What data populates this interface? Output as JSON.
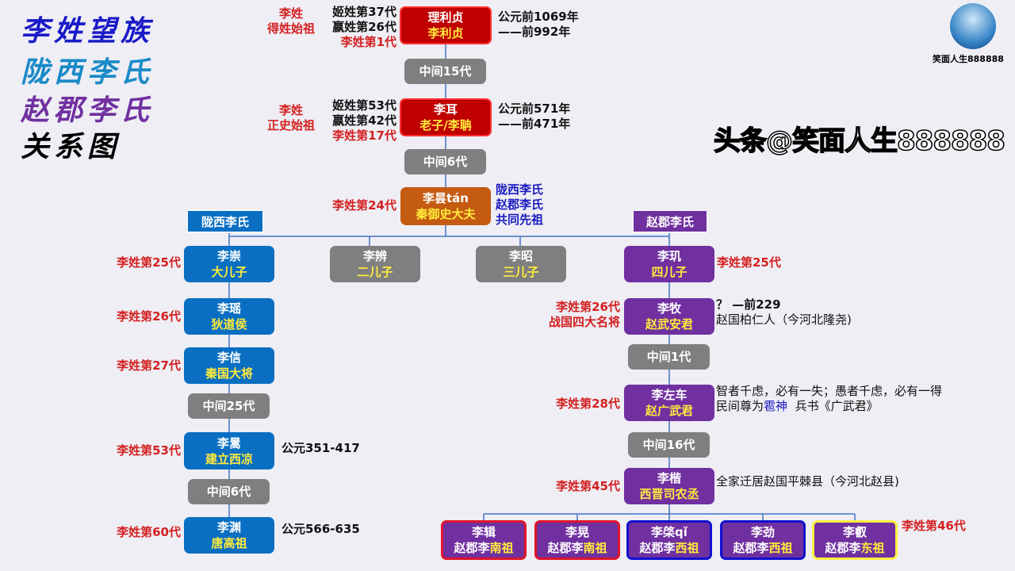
{
  "title": {
    "line1": "李姓望族",
    "line2": "陇西李氏",
    "line3": "赵郡李氏",
    "line4": "关系图"
  },
  "avatar": {
    "caption": "笑面人生888888"
  },
  "watermark": "头条@笑面人生888888",
  "colors": {
    "red": "#c00000",
    "orange": "#c55a11",
    "blue": "#0a6fc2",
    "purple": "#7030a0",
    "gray": "#7f7f7f"
  },
  "top": {
    "n1": {
      "name": "理利贞",
      "sub": "李利贞",
      "left1": "李姓",
      "left2": "得姓始祖",
      "gen1": "姬姓第37代",
      "gen2": "嬴姓第26代",
      "gen3": "李姓第1代",
      "date1": "公元前1069年",
      "date2": "——前992年"
    },
    "g1": "中间15代",
    "n2": {
      "name": "李耳",
      "sub": "老子/李聃",
      "left1": "李姓",
      "left2": "正史始祖",
      "gen1": "姬姓第53代",
      "gen2": "嬴姓第42代",
      "gen3": "李姓第17代",
      "date1": "公元前571年",
      "date2": "——前471年"
    },
    "g2": "中间6代",
    "n3": {
      "name": "李昙tán",
      "sub": "秦御史大夫",
      "gen": "李姓第24代",
      "note1": "陇西李氏",
      "note2": "赵郡李氏",
      "note3": "共同先祖"
    }
  },
  "branches": {
    "left_header": "陇西李氏",
    "right_header": "赵郡李氏"
  },
  "sons": [
    {
      "name": "李崇",
      "sub": "大儿子"
    },
    {
      "name": "李辨",
      "sub": "二儿子"
    },
    {
      "name": "李昭",
      "sub": "三儿子"
    },
    {
      "name": "李玑",
      "sub": "四儿子"
    }
  ],
  "left": {
    "gen25": "李姓第25代",
    "n1": {
      "name": "李瑶",
      "sub": "狄道侯",
      "gen": "李姓第26代"
    },
    "n2": {
      "name": "李信",
      "sub": "秦国大将",
      "gen": "李姓第27代"
    },
    "g1": "中间25代",
    "n3": {
      "name": "李暠",
      "sub": "建立西凉",
      "gen": "李姓第53代",
      "date": "公元351-417"
    },
    "g2": "中间6代",
    "n4": {
      "name": "李渊",
      "sub": "唐高祖",
      "gen": "李姓第60代",
      "date": "公元566-635"
    }
  },
  "right": {
    "gen25": "李姓第25代",
    "n1": {
      "name": "李牧",
      "sub": "赵武安君",
      "gen": "李姓第26代",
      "gen2": "战国四大名将",
      "note1": "？ —前229",
      "note2": "赵国柏仁人（今河北隆尧)"
    },
    "g1": "中间1代",
    "n2": {
      "name": "李左车",
      "sub": "赵广武君",
      "gen": "李姓第28代",
      "note1": "智者千虑，必有一失；愚者千虑，必有一得",
      "note2a": "民间尊为",
      "note2b": "雹神",
      "note2c": "兵书《广武君》"
    },
    "g2": "中间16代",
    "n3": {
      "name": "李楷",
      "sub": "西晋司农丞",
      "gen": "李姓第45代",
      "note": "全家迁居赵国平棘县（今河北赵县)"
    }
  },
  "grandsons": {
    "gen": "李姓第46代",
    "items": [
      {
        "name": "李辑",
        "pre": "赵郡李",
        "post": "南祖"
      },
      {
        "name": "李晃",
        "pre": "赵郡李",
        "post": "南祖"
      },
      {
        "name": "李棨qǐ",
        "pre": "赵郡李",
        "post": "西祖"
      },
      {
        "name": "李劲",
        "pre": "赵郡李",
        "post": "西祖"
      },
      {
        "name": "李叡",
        "pre": "赵郡李",
        "post": "东祖"
      }
    ]
  }
}
